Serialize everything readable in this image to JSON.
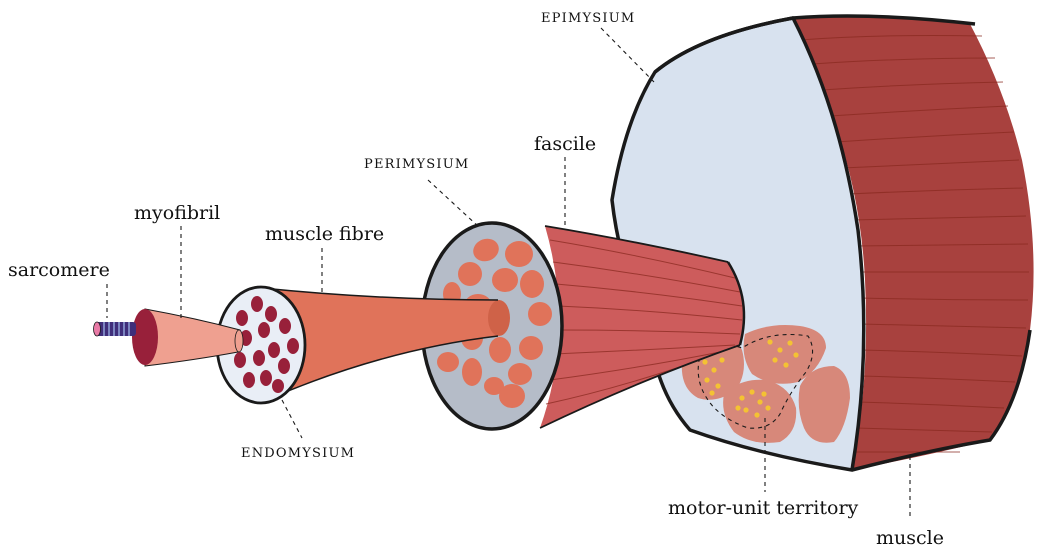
{
  "labels": {
    "sarcomere": "sarcomere",
    "myofibril": "myofibril",
    "muscle_fibre": "muscle fibre",
    "endomysium": "ENDOMYSIUM",
    "perimysium": "PERIMYSIUM",
    "fascile": "fascile",
    "epimysium": "EPIMYSIUM",
    "motor_unit_territory": "motor-unit territory",
    "muscle": "muscle"
  },
  "colors": {
    "muscle_dark": "#a8413e",
    "muscle_fill": "#cd5c5c",
    "fibre_orange": "#e0735a",
    "myofibril_pink": "#efa090",
    "myofibril_dark": "#98203a",
    "endomysium_bg": "#e9eef6",
    "perimysium_bg": "#b5bcc8",
    "epimysium_bg": "#d8e2ef",
    "territory_fill": "#d7887a",
    "motor_dot": "#f4c233",
    "outline": "#1a1a1a"
  }
}
